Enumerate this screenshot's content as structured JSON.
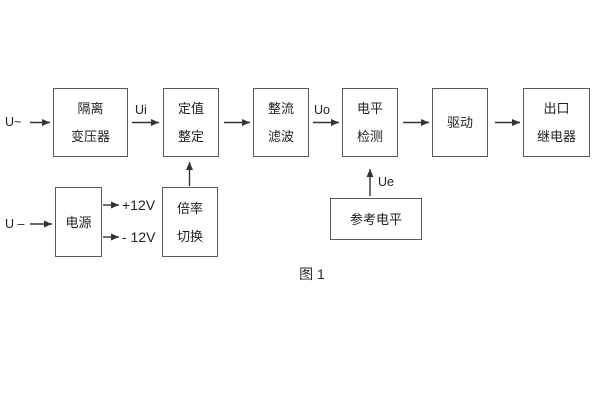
{
  "figure": {
    "caption": "图 1",
    "colors": {
      "line": "#3a3a3a",
      "box_border": "#595959",
      "text": "#1f1f1f",
      "background": "#ffffff"
    }
  },
  "blocks": [
    {
      "id": "isolation-transformer",
      "lines": [
        "隔离",
        "变压器"
      ]
    },
    {
      "id": "setting-adjust",
      "lines": [
        "定值",
        "整定"
      ]
    },
    {
      "id": "rectifier-filter",
      "lines": [
        "整流",
        "滤波"
      ]
    },
    {
      "id": "level-detect",
      "lines": [
        "电平",
        "检测"
      ]
    },
    {
      "id": "drive",
      "lines": [
        "驱动"
      ]
    },
    {
      "id": "output-relay",
      "lines": [
        "出口",
        "继电器"
      ]
    },
    {
      "id": "power-supply",
      "lines": [
        "电源"
      ]
    },
    {
      "id": "ratio-switch",
      "lines": [
        "倍率",
        "切换"
      ]
    },
    {
      "id": "reference-level",
      "lines": [
        "参考电平"
      ]
    }
  ],
  "labels": {
    "input_ac": "U~",
    "input_dc": "U –",
    "ui": "Ui",
    "uo": "Uo",
    "ue": "Ue",
    "plus12v": "+12V",
    "minus12v": "- 12V"
  },
  "connections": [
    "U~ → 隔离变压器",
    "隔离变压器 →(Ui)→ 定值整定",
    "定值整定 → 整流滤波",
    "整流滤波 →(Uo)→ 电平检测",
    "电平检测 → 驱动",
    "驱动 → 出口继电器",
    "U– → 电源",
    "电源 → +12V",
    "电源 → -12V",
    "倍率切换 ↑ 定值整定",
    "参考电平 ↑(Ue) 电平检测"
  ]
}
